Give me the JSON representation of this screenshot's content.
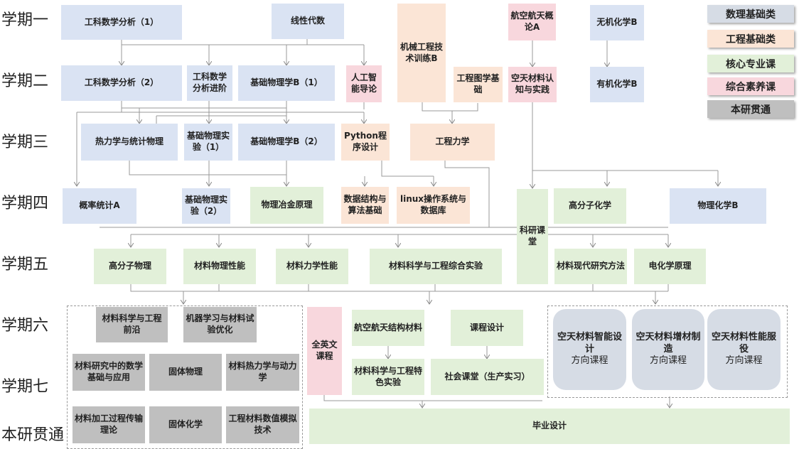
{
  "semesters": [
    "学期一",
    "学期二",
    "学期三",
    "学期四",
    "学期五",
    "学期六",
    "学期七",
    "本研贯通"
  ],
  "legend": [
    {
      "label": "数理基础类",
      "color": "#d6dce5"
    },
    {
      "label": "工程基础类",
      "color": "#fbe5d6"
    },
    {
      "label": "核心专业课",
      "color": "#e2f0d9"
    },
    {
      "label": "综合素养课",
      "color": "#f8d7dd"
    },
    {
      "label": "本研贯通",
      "color": "#bfbfbf"
    }
  ],
  "courses": {
    "c1": "工科数学分析（1）",
    "c2": "线性代数",
    "c3": "机械工程技术训练B",
    "c4": "航空航天概论A",
    "c5": "无机化学B",
    "c6": "工科数学分析（2）",
    "c7": "工科数学分析进阶",
    "c8": "基础物理学B（1）",
    "c9": "人工智能导论",
    "c10": "工程图学基础",
    "c11": "空天材料认知与实践",
    "c12": "有机化学B",
    "c13": "热力学与统计物理",
    "c14": "基础物理实验（1）",
    "c15": "基础物理学B（2）",
    "c16": "Python程序设计",
    "c17": "工程力学",
    "c18": "概率统计A",
    "c19": "基础物理实验（2）",
    "c20": "物理冶金原理",
    "c21": "数据结构与算法基础",
    "c22": "linux操作系统与数据库",
    "c23": "科研课堂",
    "c24": "高分子化学",
    "c25": "物理化学B",
    "c26": "高分子物理",
    "c27": "材料物理性能",
    "c28": "材料力学性能",
    "c29": "材料科学与工程综合实验",
    "c30": "材料现代研究方法",
    "c31": "电化学原理",
    "c32": "材料科学与工程前沿",
    "c33": "机器学习与材料试验优化",
    "c34": "材料研究中的数学基础与应用",
    "c35": "固体物理",
    "c36": "材料热力学与动力学",
    "c37": "材料加工过程传输理论",
    "c38": "固体化学",
    "c39": "工程材料数值模拟技术",
    "c40": "全英文课程",
    "c41": "航空航天结构材料",
    "c42": "课程设计",
    "c43": "材料科学与工程特色实验",
    "c44": "社会课堂（生产实习）",
    "c45": "毕业设计"
  },
  "directions": [
    {
      "title": "空天材料智能设计",
      "sub": "方向课程"
    },
    {
      "title": "空天材料增材制造",
      "sub": "方向课程"
    },
    {
      "title": "空天材料性能服役",
      "sub": "方向课程"
    }
  ]
}
